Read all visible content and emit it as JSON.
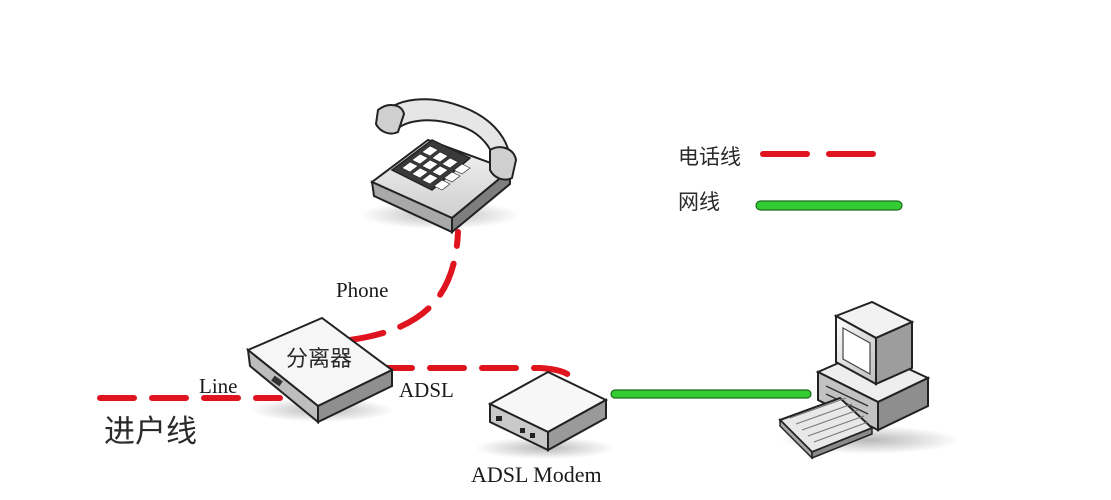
{
  "labels": {
    "phone": "Phone",
    "line": "Line",
    "adsl": "ADSL",
    "adsl_modem": "ADSL Modem",
    "splitter": "分离器",
    "incoming_line": "进户线"
  },
  "legend": [
    {
      "label": "电话线",
      "style": "dashed",
      "color": "#e0141e"
    },
    {
      "label": "网线",
      "style": "solid",
      "color": "#33cc33"
    }
  ],
  "colors": {
    "phone_line": "#e0141e",
    "network_line": "#33cc33"
  },
  "icons": [
    "telephone-icon",
    "splitter-icon",
    "adsl-modem-icon",
    "computer-icon"
  ]
}
